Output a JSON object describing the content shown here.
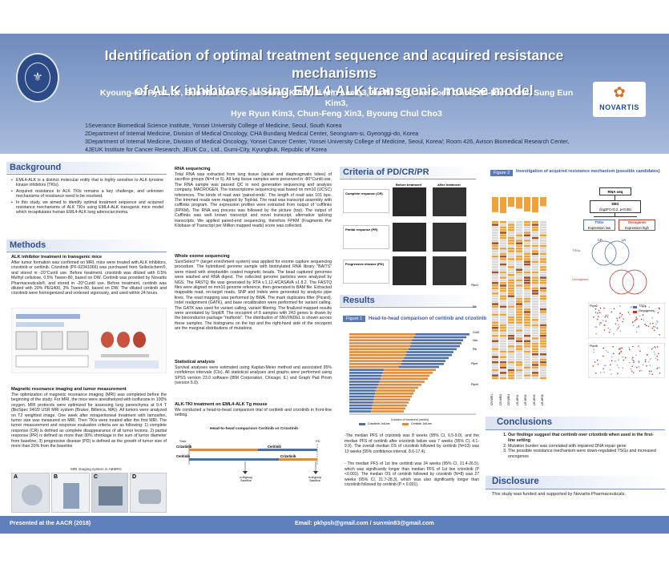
{
  "header": {
    "title_line1": "Identification of optimal treatment sequence and acquired resistance mechanisms",
    "title_line2": "of ALK inhibitors using EML4-ALK transgenic mouse model",
    "authors_line1": "Kyoung-Ho Pyo1, 3*, Sun Min Lim2*, Jae Hwan Kim3, Ji Min Lee1,3, Ha Ni Jo3, Jae Soek Cho3, Mi-Ran Yun4, Sung Eun Kim3,",
    "authors_line2": "Hye Ryun Kim3, Chun-Feng Xin3, Byoung Chul Cho3",
    "left_logo_glyph": "⚜",
    "right_logo_word": "NOVARTIS",
    "right_logo_mark": "✿"
  },
  "affiliations": [
    "1Severance Biomedical Science Institute, Yonsei University College of Medicine, Seoul, South Korea",
    "2Department of Internal Medicine, Division of Medical Oncology, CHA Bundang Medical Center, Seongnam-si, Gyeonggi-do, Korea",
    "3Department of Internal Medicine, Division of Medical Oncology, Yonsei Cancer Center, Yonsei University College of Medicine, Seoul, Korea/; Room 426, Avison Biomedical Research Center,",
    "4JEUK Institute for Cancer Research, JEUK Co., Ltd., Gumi-City, Kyungbuk, Republic of Korea"
  ],
  "background": {
    "title": "Background",
    "bullets": [
      "EML4-ALK is a distinct molecular entity that is highly sensitive to ALK tyrosine kinase inhibitors (TKIs).",
      "Acquired resistance to ALK TKIs remains a key challenge, and unknown mechanisms of resistance need to be resolved.",
      "In this study, we aimed to identify optimal treatment sequence and acquired resistance mechanisms of ALK TKIs using EML4-ALK transgenic mice model which recapitulates human EML4-ALK lung adenocarcinoma."
    ]
  },
  "methods": {
    "title": "Methods",
    "sub1": "ALK inhibitor treatment in transgenic mice",
    "text1": "After tumor formation was confirmed on MRI, mice were treated with ALK inhibitors, crizotinib or ceritinib. Crizotinib (PF-02341066) was purchased from Selleckchem®, and stored in -20°Cuntil use. Before treatment, crizotinib was diluted with 0.5% Methyl cellulose, 0.5% Tween-80, based on DW. Ceritinib was provided by Novartis Pharmaceuticals®, and stored in -20°Cuntil use. Before treatment, ceritinib was diluted with 20% PEG400, 3% Tween-80, based on DW. The diluted ceritinib and crizotinib were homogenized and vortexed vigorously, and used within 24 hours.",
    "sub2": "Magnetic resonance imaging and tumor measurement",
    "text2": "The optimization of magnetic resonance imaging (MRI) was completed before the beginning of the study. For MRI, the mice were anesthetized with isoflurane in 100% oxygen. MRI protocols were optimized for assessing lung parenchyma at 9.4 T (BioSpec 94/20 USR MRI system (Bruker, Billerica, MA)). All tumors were analyzed on T2 weighted image. One week after intraperitoneal treatment with tamoxifen, tumor size was measured on MRI. Then TKIs were treated after the first MRI. The tumor measurement and response evaluation criteria are as following: 1) complete response (CR) is defined as complete disappearance of all tumor lesions, 2) partial response (PR) is defined as more than 30% shrinkage in the sum of tumor diameter from baseline, 3) progressive disease (PD) is defined as the growth of tumor size of more than 20% from the baseline",
    "mri_caption": "MRI imaging system in ABMRC",
    "panel_labels": [
      "A",
      "B",
      "C",
      "D"
    ]
  },
  "col2": {
    "sub_rna": "RNA sequencing",
    "text_rna": "Total RNA was extracted from lung tissue (apical and diaphragmatic lobes) of sacrifice groups (N=4 or 5). All lung tissue samples were preserved in -80°Cuntil use. The RNA sample was passed QC in next generation sequencing and analysis company, MACROGEN. The transcriptome sequencing was based on mm10 (UCSC) references. The kinds of read was 'paired-ends'. The length of read was 101 bps. The trimmed reads were mapped by TopHat. The read was transcript assembly with cufflinks program. The expression profiles were extracted from output of 'cufflinks (FPKM). The RNA seq process was followed by the picture (top). The output of Cufflinks was well known transcript and novel transcript, alternative splicing transcripts. We applied paired-end sequencing, therefore FPKM (Fragments Per Kilobase of Transcript per Million mapped reads) score was collected.",
    "sub_exome": "Whole exome sequencing",
    "text_exome": "SureSelect™ (target enrichment system) was applied for exome capture sequencing procedure. The hybridized genome sample with biotinylated RNA library \"BAITS\" were mixed with streptavidin coated magnetic beads. The bead captured genomes were washed and RNA digest. The collected genome particles were analyzed by NGS. The FASTQ file was generated by RTA v.1.12.4/CASAVA v1.8.2. The FASTQ files were aligned on mm10 genome reference, then generated to BAM file. Extracted mappable read, on-target reads, SNP and Indels were generated by analysis pipe lines. The read mapping was performed by BWA. The mark duplicates filter (Picard), Indel realignment (GATK), and base recalibration were performed for variant calling. The GATK was used for variant calling, variant filtering. The finalized mapped results were annotated by SnpEff. The oncoprint of 8 samples with 243 genes is drawn by the bioconductor package \"maftools\". The distribution of SNV/INDEL is shown across these samples. The histograms on the top and the right-hand side of the oncoprint are the marginal distributions of mutations",
    "sub_stats": "Statistical analysis",
    "text_stats": "Survival analyses were estimated using Kaplan-Meier method and associated 95% confidence intervals (CIs). All statistical analyses and graphs were performed using SPSS version 23.0 software (IBM Corporation, Chicago, IL) and Graph Pad Prism (version 5.0).",
    "sub_tkt": "ALK-TKI treatment on EML4-ALK Tg mouse",
    "text_tkt": "We conducted a head-to-head comparison trial of ceritinib and crizotinib in front-line setting.",
    "schema_title": "Head-to-head comparison Ceritinib vs Crizotinib",
    "schema_start": "Start",
    "schema_pd": "PD",
    "schema_row1_left": "Crizotinib",
    "schema_row1_right": "Ceritinib",
    "schema_row2_left": "Ceritinib",
    "schema_row2_right": "Crizotinib",
    "schema_bottom1": "n=8/group Sacrifice",
    "schema_bottom2": "n=8/group Sacrifice"
  },
  "criteria": {
    "title": "Criteria of PD/CR/PR",
    "col_before": "Before treatment",
    "col_after": "After treatment",
    "rows": [
      "Complete response (CR)",
      "Partial response (PR)",
      "Progressive disease (PD)"
    ]
  },
  "results": {
    "title": "Results",
    "fig1_tag": "Figure 1",
    "fig1_caption": "Head-to-head comparison of ceritinib and crizotinib",
    "fig1_xlabel": "Duration of treatment (weeks)",
    "legend_a": "Crizotinib 1stLine",
    "legend_b": "Ceritinib 1stLine",
    "text": [
      "-The median PFS of crizotinib was 8 weeks (95% CI, 6.5-9.0), and the median PFS of ceritinib after crizotinib failure was 7 weeks (95% CI, 4.1-9.9). The overall median OS of crizotinib followed by ceritinib (N=13) was 13 weeks (95% confidence interval, 8.6-17.4).",
      "- The median PFS of 1st line ceritinib was 24 weeks (95% CI, 21.4-26.5), which was significantly longer than median PFS of 1st line crizotinib (P <0.001). The median OS of ceritinib followed by crizotinib (N=8) was 27 weeks (95% CI, 21.7-28.3), which was also significantly longer than crizotinib followed by ceritinib (P < 0.001)."
    ]
  },
  "fig2": {
    "tag": "Figure 2",
    "caption": "Investigation of acquired resistance mechanism (possible candidates)",
    "flow_top": "RNA seq",
    "flow_deg": "DEG",
    "flow_deg_sub": "(log2FC<0.2, p<0.05)",
    "flow_tsg": "TSGs",
    "flow_tsg_sub": "Expression low",
    "flow_onc": "Oncogenes",
    "flow_onc_sub": "Expression high",
    "venn_cr": "CR",
    "venn_lr": "LR",
    "venn_tsg": "TSGs",
    "venn_onc": "Oncogenes",
    "gene_labels": [
      "Ptpn2",
      "Elk",
      "Cd42",
      "Hdc",
      "Ptk",
      "Ptpre",
      "Ptpn6"
    ],
    "sample_labels": [
      "CR-MRI1",
      "CR-MRI2",
      "CR-MRI3",
      "LR-MRI1",
      "LR-MRI2",
      "LR-MRI3",
      "LR-MRI4"
    ],
    "scatter_labels": [
      "Ptpn2",
      "Ptpn6"
    ],
    "legend_tsg": "TSGs",
    "legend_onc": "Oncogenes"
  },
  "conclusions": {
    "title": "Conclusions",
    "items": [
      "Our findings suggest that ceritinib over crizotinib when used in the first-line setting",
      "Mutation burden was correlated with impaired DNA repair gene",
      "The possible resistance mechanism were down-regulated TSGs and increased oncogenes"
    ]
  },
  "disclosure": {
    "title": "Disclosure",
    "text": "This study was funded and supported by Novartis Pharmaceuticals."
  },
  "footer": {
    "left": "Presented at the AACR (2018)",
    "right": "Email: pkhpsh@gmail.com / sunmin83@gmail.com"
  },
  "colors": {
    "heading": "#2f4f8f",
    "accent_blue": "#4f6fa8",
    "accent_orange": "#e08a3a",
    "footer": "#5f7fbd"
  }
}
